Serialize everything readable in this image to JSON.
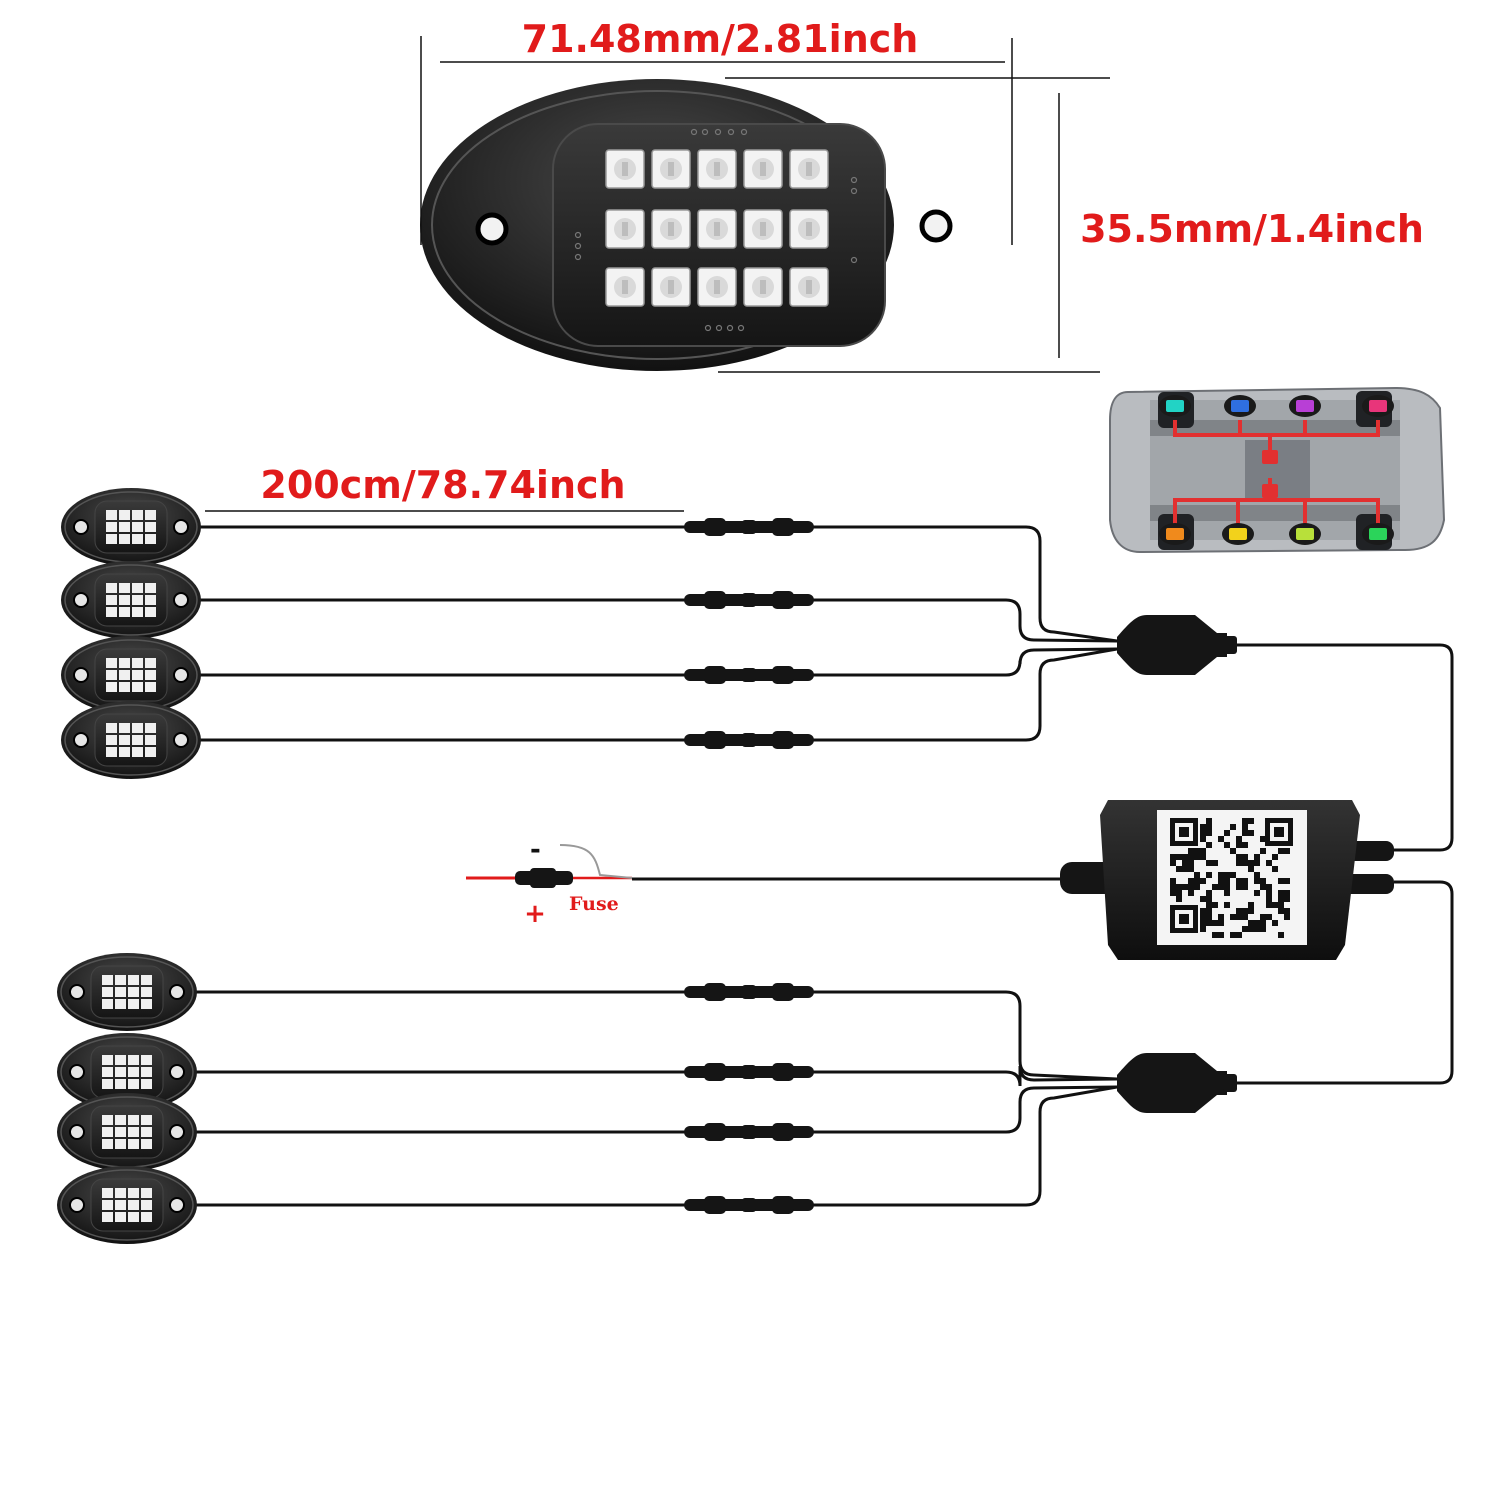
{
  "dimensions": {
    "width_label": "71.48mm/2.81inch",
    "height_label": "35.5mm/1.4inch",
    "cable_length_label": "200cm/78.74inch"
  },
  "power": {
    "negative_symbol": "-",
    "positive_symbol": "+",
    "fuse_label": "Fuse"
  },
  "car_layout": {
    "pod_colors": [
      "#22d3c5",
      "#2f6fe0",
      "#b83fd6",
      "#e8357a",
      "#f08a1c",
      "#f2d21b",
      "#b8e03a",
      "#2bd45a"
    ]
  },
  "colors": {
    "label": "#e11b1b",
    "cable": "#111111",
    "housing": "#1f1f1f",
    "car_wiring": "#e23030"
  },
  "kit": {
    "group_count": 2,
    "pods_per_group": 4
  }
}
